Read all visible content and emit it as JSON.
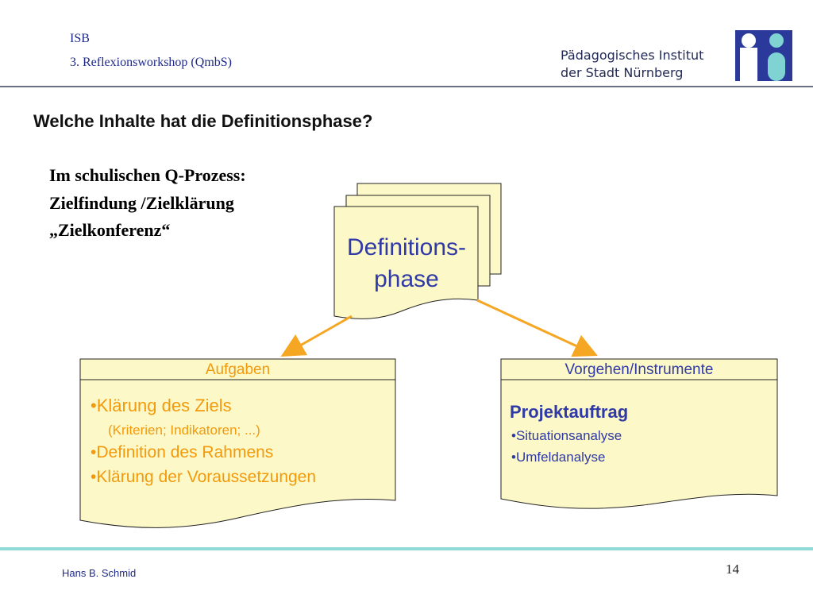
{
  "header": {
    "org": "ISB",
    "event": "3. Reflexionsworkshop (QmbS)",
    "institute_line1": "Pädagogisches Institut",
    "institute_line2": "der Stadt Nürnberg",
    "logo_name": "pi-logo-icon",
    "colors": {
      "logo_blue": "#2b3a9a",
      "logo_teal": "#7fd3d3",
      "rule": "#6b6f86",
      "footer_rule": "#8fd9d9"
    }
  },
  "slide": {
    "title": "Welche Inhalte hat die Definitionsphase?",
    "context_lines": [
      "Im schulischen Q-Prozess:",
      "Zielfindung /Zielklärung",
      "„Zielkonferenz“"
    ]
  },
  "diagram": {
    "center_label_line1": "Definitions-",
    "center_label_line2": "phase",
    "arrow_color": "#f5a623",
    "shape_fill": "#fdf8c8",
    "left_box": {
      "heading": "Aufgaben",
      "heading_color": "#f29a0c",
      "item1": "•Klärung des Ziels",
      "item1_sub": "(Kriterien; Indikatoren; ...)",
      "item2": "•Definition des Rahmens",
      "item3": "•Klärung der Voraussetzungen",
      "text_color": "#f29a0c"
    },
    "right_box": {
      "heading": "Vorgehen/Instrumente",
      "heading_color": "#2f3aa6",
      "subheading": "Projektauftrag",
      "item1": "•Situationsanalyse",
      "item2": "•Umfeldanalyse",
      "text_color": "#2f3aa6"
    }
  },
  "footer": {
    "author": "Hans B. Schmid",
    "page_number": "14"
  }
}
